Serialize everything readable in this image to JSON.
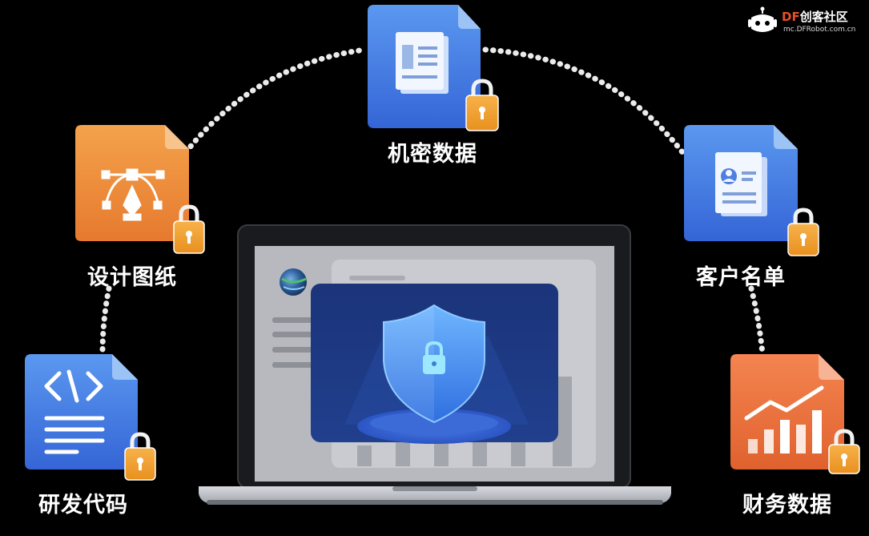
{
  "brand": {
    "name_prefix": "DF",
    "name_suffix": "创客社区",
    "url": "mc.DFRobot.com.cn",
    "accent": "#e8502a"
  },
  "documents": [
    {
      "id": "confidential-data",
      "label": "机密数据",
      "icon": "document-icon",
      "color": "#3f7fe3"
    },
    {
      "id": "design-drawings",
      "label": "设计图纸",
      "icon": "pen-tool-icon",
      "color": "#ec8e3b"
    },
    {
      "id": "customer-list",
      "label": "客户名单",
      "icon": "id-card-icon",
      "color": "#3c6fe0"
    },
    {
      "id": "source-code",
      "label": "研发代码",
      "icon": "code-icon",
      "color": "#3d78e0"
    },
    {
      "id": "financial-data",
      "label": "财务数据",
      "icon": "bar-chart-icon",
      "color": "#ea7340"
    }
  ],
  "colors": {
    "lock": "#f0a030",
    "shield": "#4a90e8",
    "screen_panel": "#1e3a7a",
    "connector": "#ffffff"
  }
}
